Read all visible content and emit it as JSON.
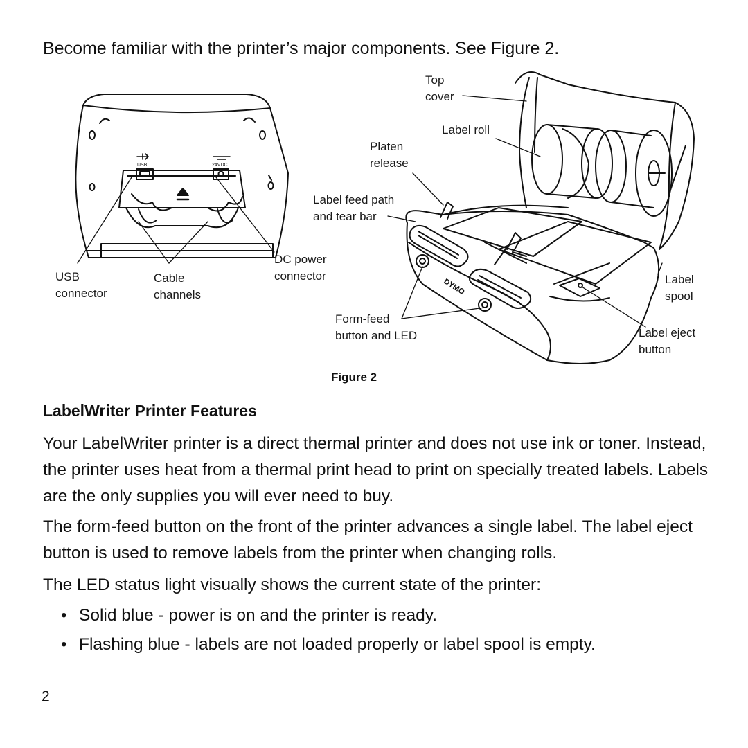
{
  "intro_text": "Become familiar with the printer’s major components. See Figure 2.",
  "figure": {
    "caption": "Figure 2",
    "callouts": {
      "top_cover": [
        "Top",
        "cover"
      ],
      "label_roll": "Label roll",
      "platen_release": [
        "Platen",
        "release"
      ],
      "label_feed_path": [
        "Label feed path",
        "and tear bar"
      ],
      "dc_power": [
        "DC power",
        "connector"
      ],
      "usb": [
        "USB",
        "connector"
      ],
      "cable_channels": [
        "Cable",
        "channels"
      ],
      "form_feed": [
        "Form-feed",
        "button and LED"
      ],
      "label_spool": [
        "Label",
        "spool"
      ],
      "label_eject": [
        "Label eject",
        "button"
      ]
    },
    "device_marks": {
      "brand": "DYMO",
      "usb_port_text": "USB",
      "power_port_text": "24VDC"
    }
  },
  "section": {
    "heading": "LabelWriter Printer Features",
    "paragraphs": [
      "Your LabelWriter printer is a direct thermal printer and does not use ink or toner. Instead, the printer uses heat from a thermal print head to print on specially treated labels. Labels are the only supplies you will ever need to buy.",
      "The form-feed button on the front of the printer advances a single label. The label eject button is used to remove labels from the printer when changing rolls.",
      "The LED status light visually shows the current state of the printer:"
    ],
    "bullets": [
      "Solid blue - power is on and the printer is ready.",
      "Flashing blue - labels are not loaded properly or label spool is empty."
    ]
  },
  "page_number": "2"
}
